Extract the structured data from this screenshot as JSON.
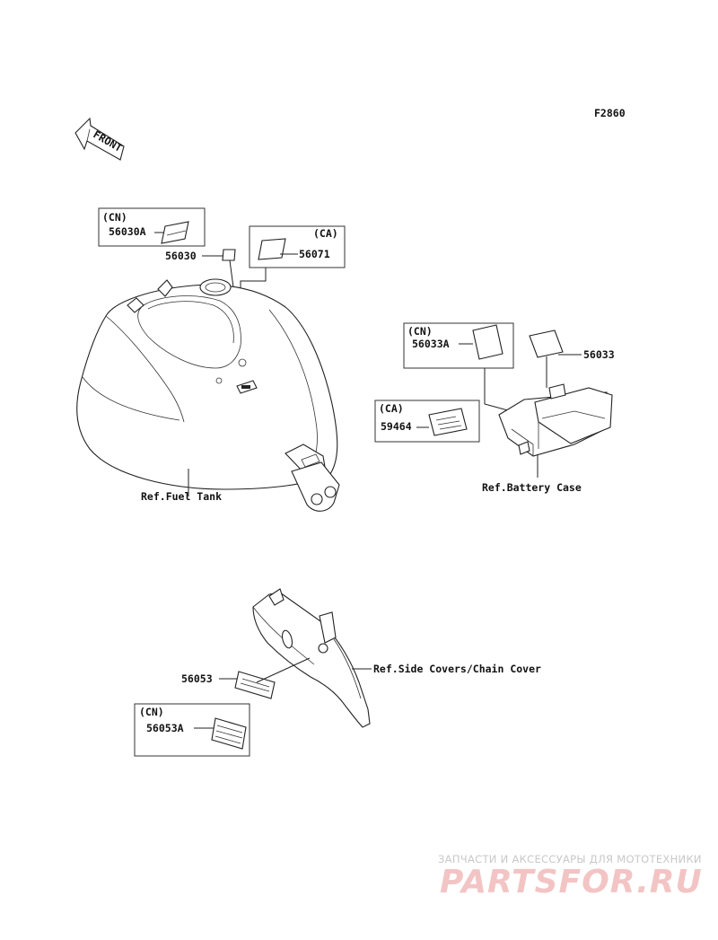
{
  "diagram_code": "F2860",
  "front_label": "FRONT",
  "callouts": {
    "cn_56030a": {
      "region": "(CN)",
      "part": "56030A"
    },
    "p_56030": "56030",
    "ca_56071": {
      "region": "(CA)",
      "part": "56071"
    },
    "ref_fuel_tank": "Ref.Fuel Tank",
    "cn_56033a": {
      "region": "(CN)",
      "part": "56033A"
    },
    "p_56033": "56033",
    "ca_59464": {
      "region": "(CA)",
      "part": "59464"
    },
    "ref_battery_case": "Ref.Battery Case",
    "p_56053": "56053",
    "ref_side_covers": "Ref.Side Covers/Chain Cover",
    "cn_56053a": {
      "region": "(CN)",
      "part": "56053A"
    }
  },
  "watermark": {
    "tagline": "ЗАПЧАСТИ И АКСЕССУАРЫ ДЛЯ МОТОТЕХНИКИ",
    "logo": "PARTSFOR.RU"
  }
}
